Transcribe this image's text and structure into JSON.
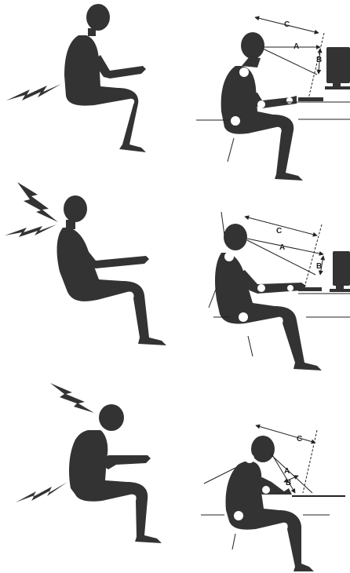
{
  "colors": {
    "figure": "#333333",
    "joint": "#ffffff",
    "line": "#222222",
    "background": "#ffffff"
  },
  "labels": {
    "c": "C",
    "a": "A",
    "b": "B"
  },
  "panels": [
    {
      "row": 1,
      "posture": "lower-back-pain-reaching",
      "pain_icon": "lightning-bolt-icon",
      "pain_area": "lower back"
    },
    {
      "row": 1,
      "posture": "correct-seated-posture",
      "measurements": [
        "C",
        "A",
        "B"
      ]
    },
    {
      "row": 2,
      "posture": "neck-and-shoulder-pain-leaning-back",
      "pain_icon": "lightning-bolt-icon",
      "pain_area": "neck and shoulders"
    },
    {
      "row": 2,
      "posture": "correct-seated-posture",
      "measurements": [
        "C",
        "A",
        "B"
      ]
    },
    {
      "row": 3,
      "posture": "neck-and-back-pain-hunched",
      "pain_icon": "lightning-bolt-icon",
      "pain_area": "neck and lower back"
    },
    {
      "row": 3,
      "posture": "hunched-seated-posture",
      "measurements": [
        "C",
        "A",
        "B"
      ]
    }
  ]
}
